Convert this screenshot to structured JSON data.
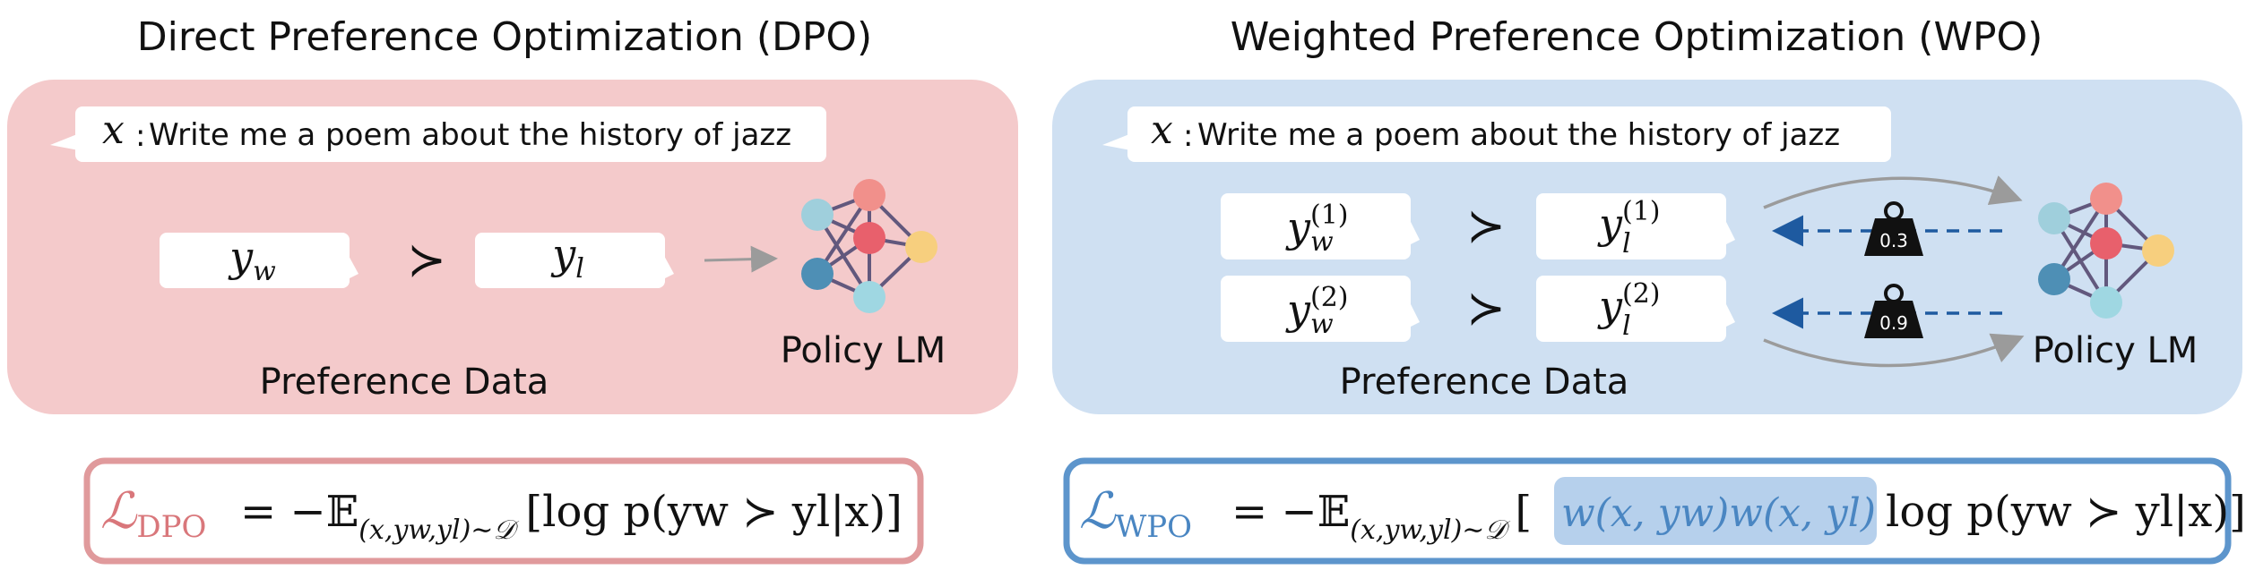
{
  "dpo": {
    "title": "Direct Preference Optimization (DPO)",
    "prompt_var": "x",
    "prompt_text": "Write me a poem about the history of jazz",
    "winner": {
      "base": "y",
      "sub": "w"
    },
    "loser": {
      "base": "y",
      "sub": "l"
    },
    "pref_symbol": "≻",
    "data_label": "Preference Data",
    "policy_label": "Policy LM",
    "formula": {
      "lhs": "ℒ",
      "lhs_sub": "DPO",
      "eq": "= −𝔼",
      "exp_sub": "(x,yw,yl)∼𝒟",
      "body": "[log p(yw ≻ yl|x)]"
    },
    "colors": {
      "panel": "#f4cacb",
      "border": "#e09a9c",
      "lhs": "#d9777b"
    }
  },
  "wpo": {
    "title": "Weighted Preference Optimization (WPO)",
    "prompt_var": "x",
    "prompt_text": "Write me a poem about the history of jazz",
    "pairs": [
      {
        "winner": "y",
        "winner_sub": "w",
        "winner_sup": "(1)",
        "loser": "y",
        "loser_sub": "l",
        "loser_sup": "(1)",
        "weight": "0.3"
      },
      {
        "winner": "y",
        "winner_sub": "w",
        "winner_sup": "(2)",
        "loser": "y",
        "loser_sub": "l",
        "loser_sup": "(2)",
        "weight": "0.9"
      }
    ],
    "pref_symbol": "≻",
    "data_label": "Preference Data",
    "policy_label": "Policy LM",
    "formula": {
      "lhs": "ℒ",
      "lhs_sub": "WPO",
      "eq": "= −𝔼",
      "exp_sub": "(x,yw,yl)∼𝒟",
      "open": "[",
      "weights": "w(x, yw)w(x, yl)",
      "body": "log p(yw ≻ yl|x)]"
    },
    "colors": {
      "panel": "#cfe0f2",
      "border": "#5d95cc",
      "lhs": "#4a86c2",
      "highlight": "#b6d0ec",
      "arrow": "#1e5aa0"
    }
  }
}
